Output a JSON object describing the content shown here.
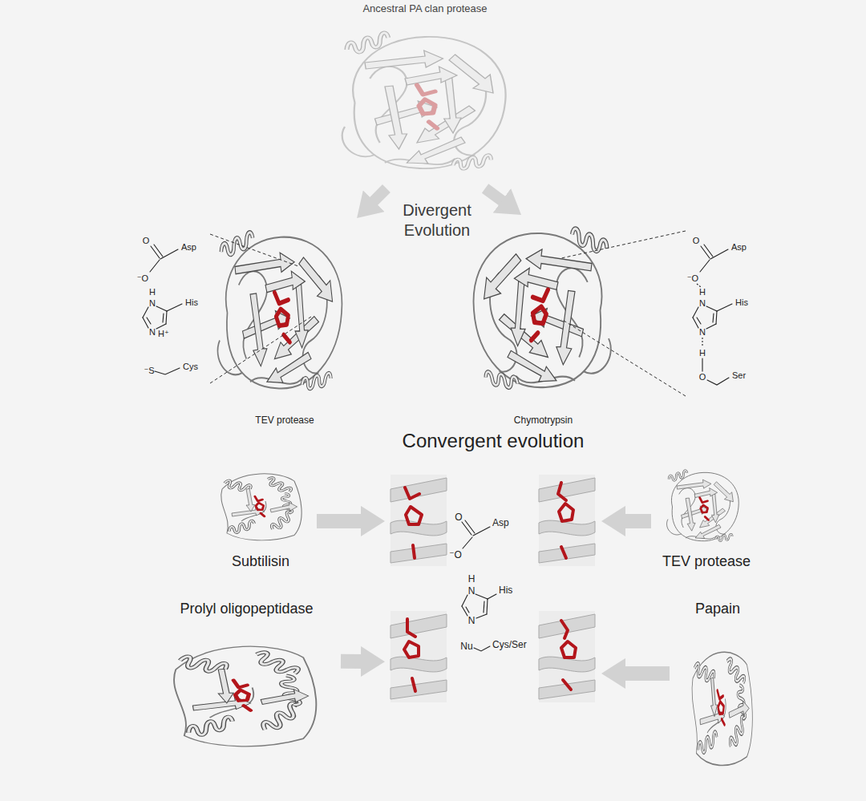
{
  "diagram": {
    "nodes": [
      {
        "text": [
          "Ancestral PA clan protease"
        ]
      },
      {
        "text": [
          "TEV protease"
        ]
      },
      {
        "text": [
          "Chymotrypsin"
        ]
      },
      {
        "text": [
          "Convergent evolution"
        ]
      },
      {
        "text": [
          "Subtilisin"
        ]
      },
      {
        "text": [
          "TEV protease"
        ]
      },
      {
        "text": [
          "Prolyl oligopeptidase"
        ]
      },
      {
        "text": [
          "Papain"
        ]
      }
    ],
    "edges": [
      {
        "from": 0,
        "to": 1,
        "arrow": "to"
      },
      {
        "from": 0,
        "to": 2,
        "arrow": "to"
      },
      {
        "from": 4,
        "to": 3,
        "arrow": "to"
      },
      {
        "from": 5,
        "to": 3,
        "arrow": "to"
      },
      {
        "from": 6,
        "to": 3,
        "arrow": "to"
      },
      {
        "from": 7,
        "to": 3,
        "arrow": "to"
      }
    ],
    "labels": [
      "Divergent Evolution",
      "O",
      "⁻O",
      "Asp",
      "H",
      "N",
      "N",
      "H⁺",
      "His",
      "⁻S",
      "Cys",
      "O",
      "⁻O",
      "Asp",
      "H",
      "N",
      "N",
      "H",
      "O",
      "His",
      "Ser",
      "O",
      "⁻O",
      "Asp",
      "H",
      "N",
      "N",
      "His",
      "Nu",
      "Cys/Ser"
    ]
  }
}
